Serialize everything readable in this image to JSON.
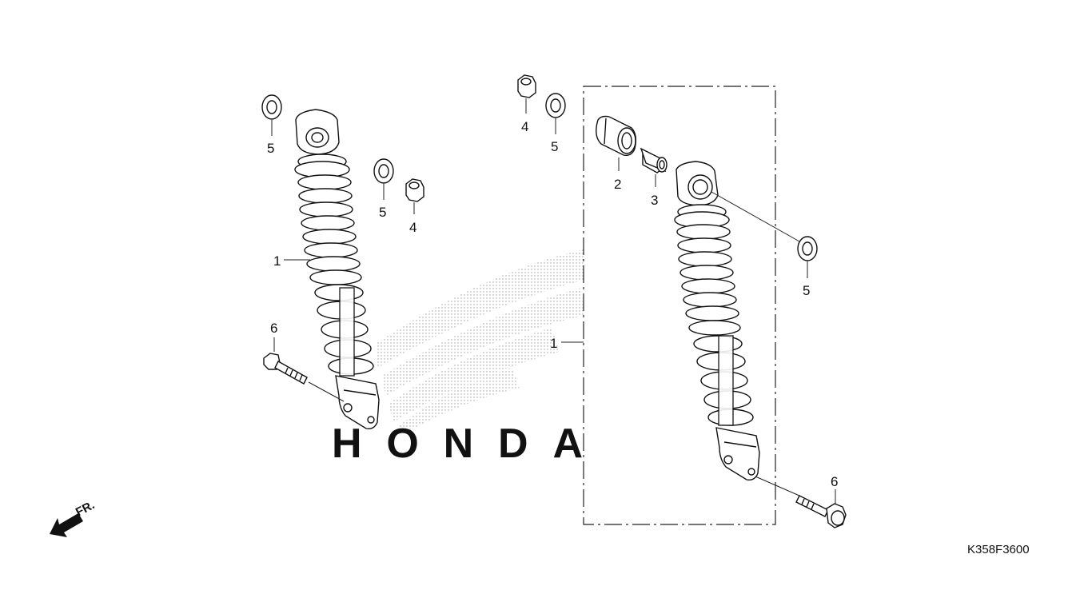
{
  "diagram": {
    "code": "K358F3600",
    "watermark": "HONDA",
    "front_indicator": "FR.",
    "callouts": {
      "left_shock": "1",
      "left_washer_top": "5",
      "left_washer_mid": "5",
      "left_nut": "4",
      "left_bolt": "6",
      "right_nut": "4",
      "right_washer_top": "5",
      "bushing": "2",
      "collar": "3",
      "right_washer": "5",
      "right_shock": "1",
      "right_bolt": "6"
    }
  }
}
